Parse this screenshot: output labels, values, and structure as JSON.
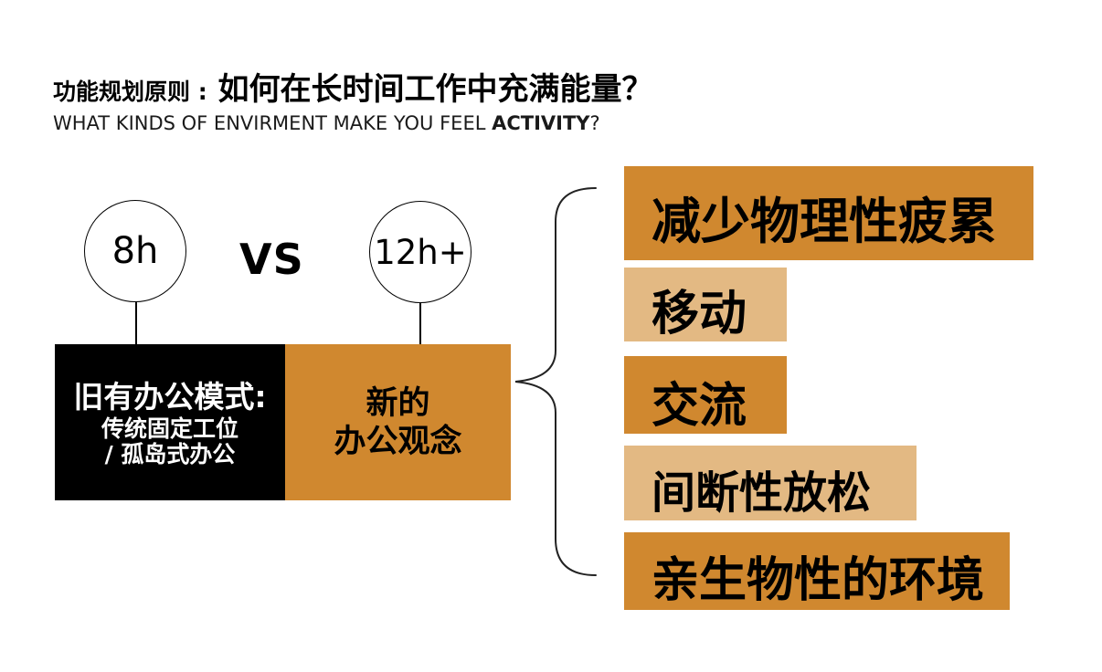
{
  "header": {
    "title_prefix": "功能规划原则 :",
    "title_main": "如何在长时间工作中充满能量？",
    "subtitle_prefix": "WHAT KINDS OF ENVIRMENT MAKE YOU FEEL ",
    "subtitle_emphasis": "ACTIVITY",
    "subtitle_suffix": "?"
  },
  "comparison": {
    "left_circle_label": "8h",
    "versus_label": "VS",
    "right_circle_label": "12h+",
    "old_mode": {
      "title": "旧有办公模式:",
      "line2": "传统固定工位",
      "line3": "/ 孤岛式办公"
    },
    "new_mode": {
      "line1": "新的",
      "line2": "办公观念"
    }
  },
  "principles": [
    {
      "label": "减少物理性疲累",
      "tone": "dark"
    },
    {
      "label": "移动",
      "tone": "light"
    },
    {
      "label": "交流",
      "tone": "dark"
    },
    {
      "label": "间断性放松",
      "tone": "light"
    },
    {
      "label": "亲生物性的环境",
      "tone": "dark"
    }
  ],
  "colors": {
    "dark": "#D0882F",
    "light": "#E3B983",
    "box_black": "#000000"
  }
}
